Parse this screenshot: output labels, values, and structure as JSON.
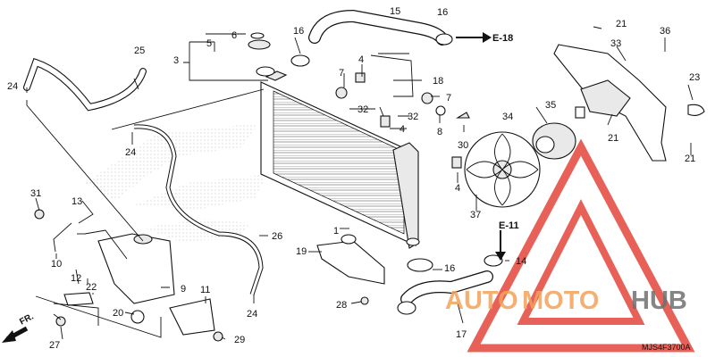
{
  "diagram": {
    "callouts": [
      {
        "id": "c1",
        "label": "1"
      },
      {
        "id": "c3",
        "label": "3"
      },
      {
        "id": "c4a",
        "label": "4"
      },
      {
        "id": "c4b",
        "label": "4"
      },
      {
        "id": "c4c",
        "label": "4"
      },
      {
        "id": "c5",
        "label": "5"
      },
      {
        "id": "c6",
        "label": "6"
      },
      {
        "id": "c7a",
        "label": "7"
      },
      {
        "id": "c7b",
        "label": "7"
      },
      {
        "id": "c8",
        "label": "8"
      },
      {
        "id": "c9",
        "label": "9"
      },
      {
        "id": "c10",
        "label": "10"
      },
      {
        "id": "c11",
        "label": "11"
      },
      {
        "id": "c12",
        "label": "12"
      },
      {
        "id": "c13",
        "label": "13"
      },
      {
        "id": "c14",
        "label": "14"
      },
      {
        "id": "c15",
        "label": "15"
      },
      {
        "id": "c16a",
        "label": "16"
      },
      {
        "id": "c16b",
        "label": "16"
      },
      {
        "id": "c16c",
        "label": "16"
      },
      {
        "id": "c17",
        "label": "17"
      },
      {
        "id": "c18",
        "label": "18"
      },
      {
        "id": "c19",
        "label": "19"
      },
      {
        "id": "c20",
        "label": "20"
      },
      {
        "id": "c21a",
        "label": "21"
      },
      {
        "id": "c21b",
        "label": "21"
      },
      {
        "id": "c21c",
        "label": "21"
      },
      {
        "id": "c22",
        "label": "22"
      },
      {
        "id": "c23",
        "label": "23"
      },
      {
        "id": "c24a",
        "label": "24"
      },
      {
        "id": "c24b",
        "label": "24"
      },
      {
        "id": "c24c",
        "label": "24"
      },
      {
        "id": "c25",
        "label": "25"
      },
      {
        "id": "c26",
        "label": "26"
      },
      {
        "id": "c27",
        "label": "27"
      },
      {
        "id": "c28",
        "label": "28"
      },
      {
        "id": "c29",
        "label": "29"
      },
      {
        "id": "c30",
        "label": "30"
      },
      {
        "id": "c31",
        "label": "31"
      },
      {
        "id": "c32a",
        "label": "32"
      },
      {
        "id": "c32b",
        "label": "32"
      },
      {
        "id": "c33",
        "label": "33"
      },
      {
        "id": "c34",
        "label": "34"
      },
      {
        "id": "c35",
        "label": "35"
      },
      {
        "id": "c36",
        "label": "36"
      },
      {
        "id": "c37",
        "label": "37"
      }
    ],
    "references": {
      "e18": "E-18",
      "e11": "E-11"
    },
    "direction_label": "FR.",
    "diagram_code": "MJS4F3700A",
    "watermark": {
      "part1": "AUTO",
      "part2": "MOTO",
      "part3": "HUB"
    },
    "colors": {
      "line": "#111111",
      "watermark_orange": "#f3a35a",
      "watermark_gray": "#707070",
      "watermark_red": "#e23a2e"
    }
  }
}
